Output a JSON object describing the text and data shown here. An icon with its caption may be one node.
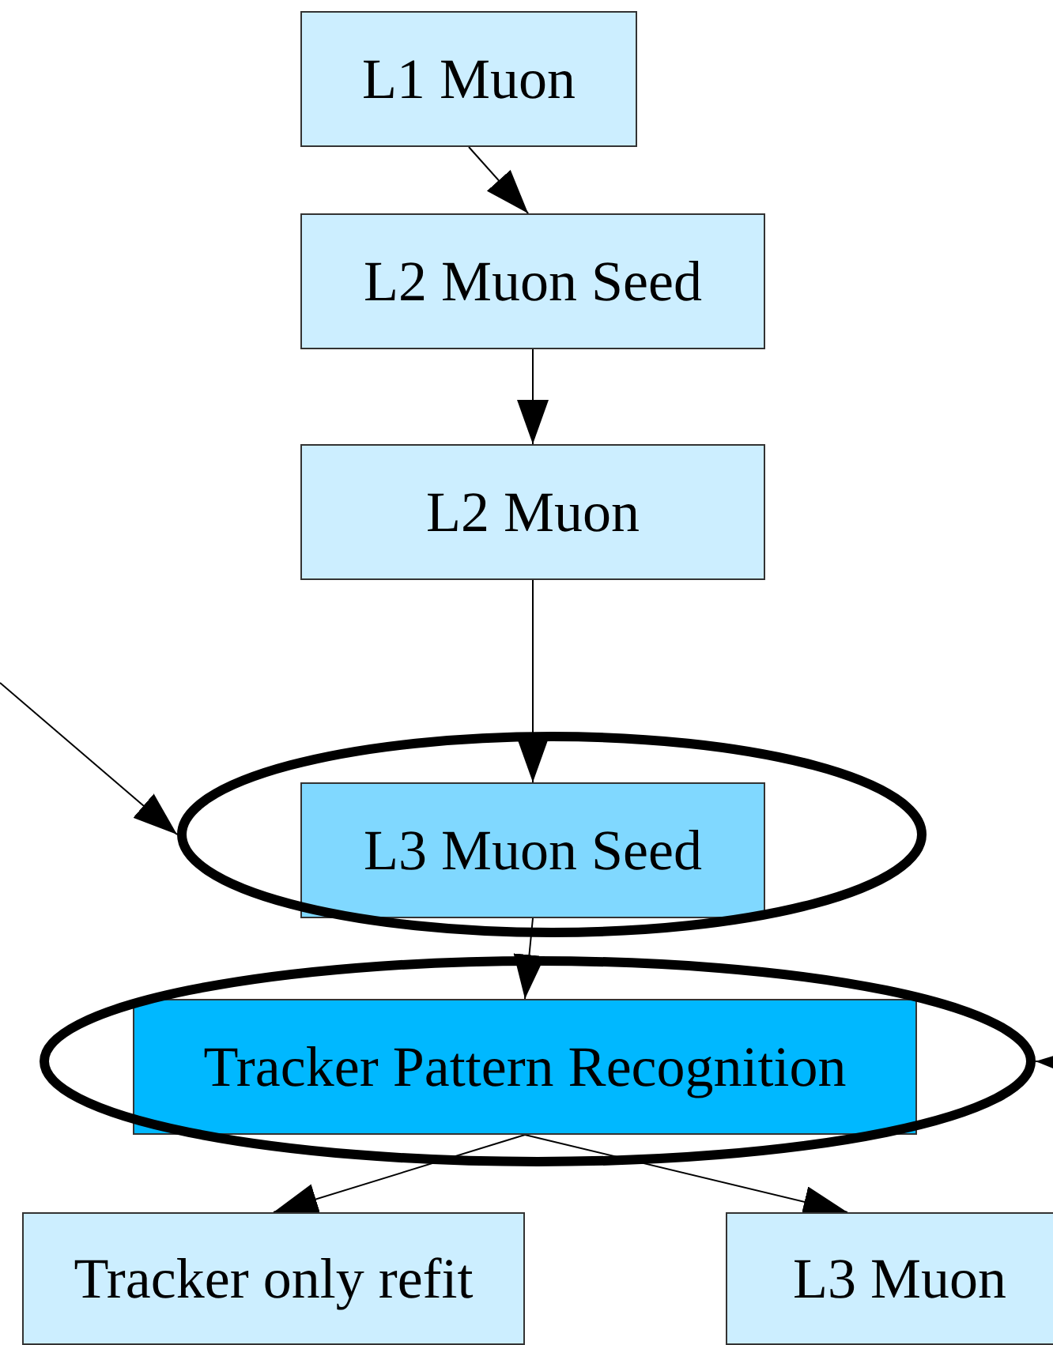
{
  "diagram": {
    "nodes": [
      {
        "text": [
          "L1 Muon"
        ]
      },
      {
        "text": [
          "L2 Muon Seed"
        ]
      },
      {
        "text": [
          "L2 Muon"
        ]
      },
      {
        "text": [],
        "shape": "ellipse"
      },
      {
        "text": [
          "L3 Muon Seed"
        ],
        "in": 3
      },
      {
        "text": [],
        "shape": "ellipse"
      },
      {
        "text": [
          "Tracker Pattern Recognition"
        ],
        "in": 5
      },
      {
        "text": [
          "Tracker only refit"
        ]
      },
      {
        "text": [
          "L3 Muon"
        ]
      }
    ],
    "edges": [
      {
        "from": 0,
        "to": 1,
        "arrow": "to"
      },
      {
        "from": 1,
        "to": 2,
        "arrow": "to"
      },
      {
        "from": 2,
        "to": 4,
        "arrow": "to"
      },
      {
        "from": null,
        "to": 3,
        "arrow": "to"
      },
      {
        "from": 4,
        "to": 6,
        "arrow": "to"
      },
      {
        "from": null,
        "to": 5,
        "arrow": "to"
      },
      {
        "from": 6,
        "to": 7,
        "arrow": "to"
      },
      {
        "from": 6,
        "to": 8,
        "arrow": "to"
      }
    ]
  }
}
